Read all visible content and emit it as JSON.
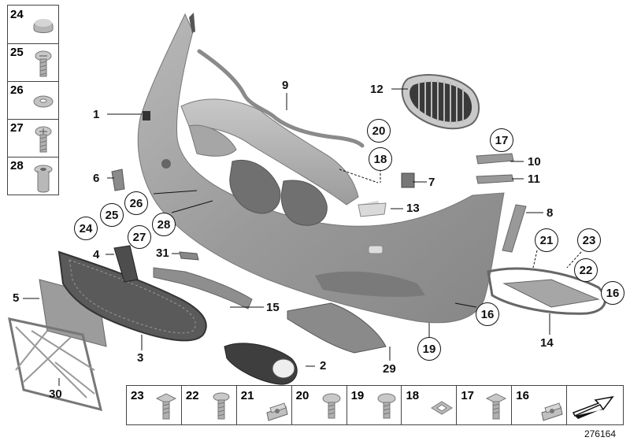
{
  "left_column": [
    {
      "number": "24",
      "icon": "cap-icon"
    },
    {
      "number": "25",
      "icon": "screw-icon"
    },
    {
      "number": "26",
      "icon": "washer-icon"
    },
    {
      "number": "27",
      "icon": "screw-icon"
    },
    {
      "number": "28",
      "icon": "bushing-icon"
    }
  ],
  "bottom_row": [
    {
      "number": "23",
      "icon": "screw-icon"
    },
    {
      "number": "22",
      "icon": "screw-icon"
    },
    {
      "number": "21",
      "icon": "clip-nut-icon"
    },
    {
      "number": "20",
      "icon": "screw-icon"
    },
    {
      "number": "19",
      "icon": "screw-icon"
    },
    {
      "number": "18",
      "icon": "grommet-icon"
    },
    {
      "number": "17",
      "icon": "screw-icon"
    },
    {
      "number": "16",
      "icon": "clip-nut-icon"
    },
    {
      "number": "",
      "icon": "arrow-icon"
    }
  ],
  "callouts": {
    "c1": "1",
    "c2": "2",
    "c3": "3",
    "c4": "4",
    "c5": "5",
    "c6": "6",
    "c7": "7",
    "c8": "8",
    "c9": "9",
    "c10": "10",
    "c11": "11",
    "c12": "12",
    "c13": "13",
    "c14": "14",
    "c15": "15",
    "c16": "16",
    "c29": "29",
    "c30": "30",
    "c31": "31"
  },
  "circled": {
    "k20": "20",
    "k18": "18",
    "k17": "17",
    "k26": "26",
    "k25": "25",
    "k24": "24",
    "k28": "28",
    "k27": "27",
    "k21": "21",
    "k23": "23",
    "k22": "22",
    "k16a": "16",
    "k16b": "16",
    "k19": "19"
  },
  "document_number": "276164"
}
